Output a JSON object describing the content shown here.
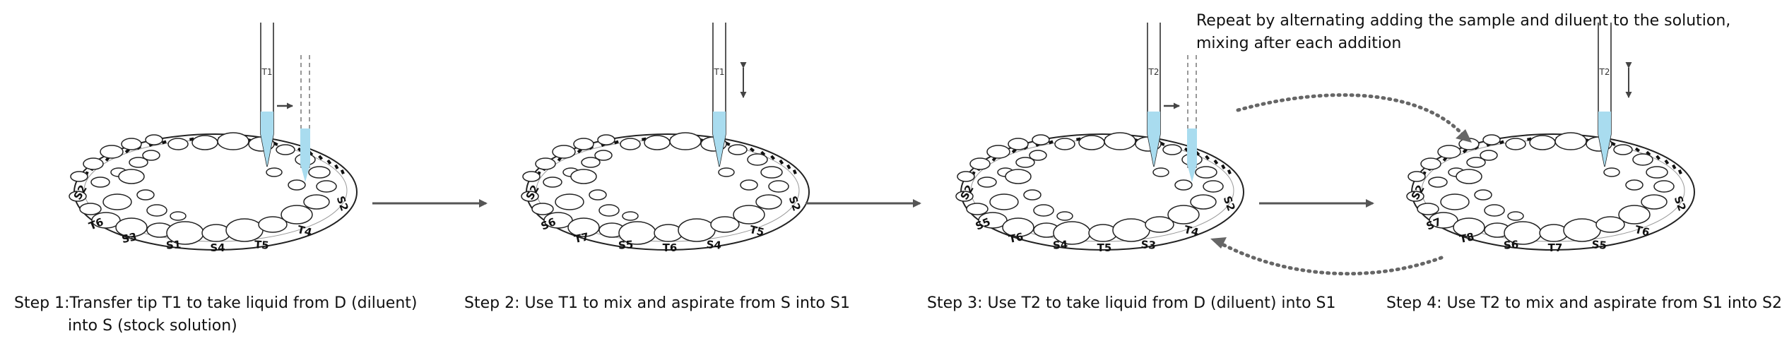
{
  "steps": [
    {
      "caption_lines": [
        "Step 1:Transfer tip T1 to take liquid from D (diluent)",
        "into S (stock solution)"
      ],
      "tip_label": "T1",
      "ghost_tip": true,
      "mix_arrow": false,
      "plate_labels": [
        "S1",
        "S4",
        "T5",
        "S3",
        "T4",
        "T6",
        "S2",
        "S2"
      ]
    },
    {
      "caption_lines": [
        "Step 2: Use T1 to mix and aspirate from S into S1"
      ],
      "tip_label": "T1",
      "ghost_tip": false,
      "mix_arrow": true,
      "plate_labels": [
        "S5",
        "T6",
        "S4",
        "T7",
        "T5",
        "S6",
        "S2",
        "S2"
      ]
    },
    {
      "caption_lines": [
        "Step 3: Use T2 to take liquid from D (diluent) into S1"
      ],
      "tip_label": "T2",
      "ghost_tip": true,
      "mix_arrow": false,
      "plate_labels": [
        "S4",
        "T5",
        "S3",
        "T6",
        "T4",
        "S5",
        "S2",
        "S2"
      ]
    },
    {
      "caption_lines": [
        "Step 4: Use T2 to mix and aspirate from S1 into S2"
      ],
      "tip_label": "T2",
      "ghost_tip": false,
      "mix_arrow": true,
      "plate_labels": [
        "S6",
        "T7",
        "S5",
        "T8",
        "T6",
        "S7",
        "S2",
        "S2"
      ]
    }
  ],
  "repeat_note_lines": [
    "Repeat by alternating adding the sample and diluent to the solution,",
    "mixing after each addition"
  ],
  "colors": {
    "liquid": "#a9dcef",
    "outline": "#222222",
    "arrow": "#555555",
    "dotted_arrow": "#666666"
  }
}
